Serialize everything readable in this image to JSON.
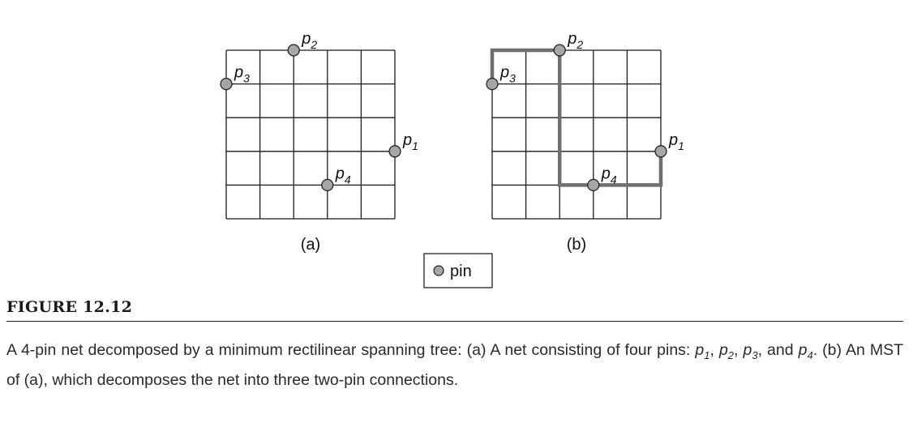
{
  "figure": {
    "label": "FIGURE 12.12",
    "caption_parts": [
      {
        "t": "A 4-pin net decomposed by a minimum rectilinear spanning tree: (a) A net consisting of four pins: "
      },
      {
        "p": "1"
      },
      {
        "t": ", "
      },
      {
        "p": "2"
      },
      {
        "t": ", "
      },
      {
        "p": "3"
      },
      {
        "t": ", and "
      },
      {
        "p": "4"
      },
      {
        "t": ". (b) An MST of (a), which decomposes the net into three two-pin connections."
      }
    ]
  },
  "panels": [
    {
      "id": "a",
      "caption": "(a)",
      "grid": {
        "cols": 5,
        "rows": 5
      },
      "pins": [
        {
          "sub": "1",
          "gx": 5,
          "gy": 3
        },
        {
          "sub": "2",
          "gx": 2,
          "gy": 0
        },
        {
          "sub": "3",
          "gx": 0,
          "gy": 1
        },
        {
          "sub": "4",
          "gx": 3,
          "gy": 4
        }
      ],
      "mst_path": []
    },
    {
      "id": "b",
      "caption": "(b)",
      "grid": {
        "cols": 5,
        "rows": 5
      },
      "pins": [
        {
          "sub": "1",
          "gx": 5,
          "gy": 3
        },
        {
          "sub": "2",
          "gx": 2,
          "gy": 0
        },
        {
          "sub": "3",
          "gx": 0,
          "gy": 1
        },
        {
          "sub": "4",
          "gx": 3,
          "gy": 4
        }
      ],
      "mst_path": [
        [
          0,
          1
        ],
        [
          0,
          0
        ],
        [
          2,
          0
        ],
        [
          2,
          4
        ],
        [
          5,
          4
        ],
        [
          5,
          3
        ]
      ]
    }
  ],
  "legend": {
    "label": "pin"
  },
  "colors": {
    "pin_fill": "#a6a6a6",
    "mst": "#6e6e6e",
    "grid": "#1a1a1a"
  }
}
